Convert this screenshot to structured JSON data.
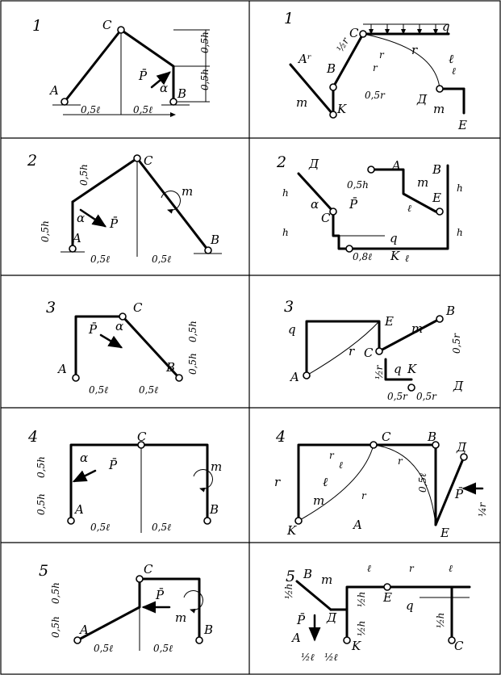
{
  "variants": [
    {
      "left": {
        "number": "1",
        "labels": {
          "A": "A",
          "C": "C",
          "B": "B",
          "P": "P̄",
          "alpha": "α"
        },
        "dims": {
          "l_left": "0,5ℓ",
          "l_right": "0,5ℓ",
          "h_top": "0,5h",
          "h_bottom": "0,5h"
        }
      },
      "right": {
        "number": "1",
        "labels": {
          "C": "C",
          "q": "q",
          "A": "Aʳ",
          "B": "B",
          "K": "K",
          "D": "Д",
          "E": "E",
          "m1": "m",
          "m2": "m",
          "r": "r",
          "l": "ℓ"
        },
        "dims": {
          "half_r": "½r",
          "r_a": "r",
          "r_b": "r",
          "r05": "0,5r",
          "l": "ℓ"
        }
      }
    },
    {
      "left": {
        "number": "2",
        "labels": {
          "C": "C",
          "A": "A",
          "B": "B",
          "P": "P̄",
          "m": "m",
          "alpha": "α"
        },
        "dims": {
          "h_top": "0,5h",
          "h_left": "0,5h",
          "l_left": "0,5ℓ",
          "l_right": "0,5ℓ"
        }
      },
      "right": {
        "number": "2",
        "labels": {
          "D": "Д",
          "A": "A",
          "B": "B",
          "C": "C",
          "E": "E",
          "K": "K",
          "P": "P̄",
          "m": "m",
          "q": "q",
          "alpha": "α"
        },
        "dims": {
          "h1": "h",
          "h2": "0,5h",
          "h3": "h",
          "h4": "h",
          "h5": "h",
          "l": "ℓ",
          "l08": "0,8ℓ",
          "l2": "ℓ"
        }
      }
    },
    {
      "left": {
        "number": "3",
        "labels": {
          "C": "C",
          "A": "A",
          "B": "B",
          "P": "P̄",
          "alpha": "α"
        },
        "dims": {
          "h_top": "0,5h",
          "h_bottom": "0,5h",
          "l_left": "0,5ℓ",
          "l_right": "0,5ℓ"
        }
      },
      "right": {
        "number": "3",
        "labels": {
          "q1": "q",
          "E": "E",
          "m": "m",
          "B": "B",
          "C": "C",
          "A": "A",
          "K": "K",
          "q2": "q",
          "D": "Д",
          "r": "r"
        },
        "dims": {
          "r05": "0,5r",
          "half_r": "½r",
          "r05a": "0,5r",
          "r05b": "0,5r"
        }
      }
    },
    {
      "left": {
        "number": "4",
        "labels": {
          "C": "C",
          "A": "A",
          "B": "B",
          "P": "P̄",
          "m": "m",
          "alpha": "α"
        },
        "dims": {
          "h_top": "0,5h",
          "h_bottom": "0,5h",
          "l_left": "0,5ℓ",
          "l_right": "0,5ℓ"
        }
      },
      "right": {
        "number": "4",
        "labels": {
          "C": "C",
          "B": "B",
          "D": "Д",
          "A": "A",
          "K": "K",
          "E": "E",
          "m": "m",
          "P": "P̄",
          "r": "r",
          "l": "ℓ"
        },
        "dims": {
          "r1": "r",
          "r2": "r",
          "r3": "r",
          "l05": "0,5ℓ",
          "quarter_r": "¼r",
          "l": "ℓ"
        }
      }
    },
    {
      "left": {
        "number": "5",
        "labels": {
          "C": "C",
          "A": "A",
          "B": "B",
          "P": "P̄",
          "m": "m"
        },
        "dims": {
          "h_top": "0,5h",
          "h_bottom": "0,5h",
          "l_left": "0,5ℓ",
          "l_right": "0,5ℓ"
        }
      },
      "right": {
        "number": "5",
        "labels": {
          "B": "B",
          "m": "m",
          "D": "Д",
          "P": "P̄",
          "A": "A",
          "K": "K",
          "E": "E",
          "q": "q",
          "C": "C"
        },
        "dims": {
          "l1": "ℓ",
          "r": "r",
          "l2": "ℓ",
          "half_h1": "½h",
          "half_h2": "½h",
          "half_h3": "½h",
          "half_l1": "½ℓ",
          "half_l2": "½ℓ",
          "half_h4": "½h"
        }
      }
    }
  ]
}
